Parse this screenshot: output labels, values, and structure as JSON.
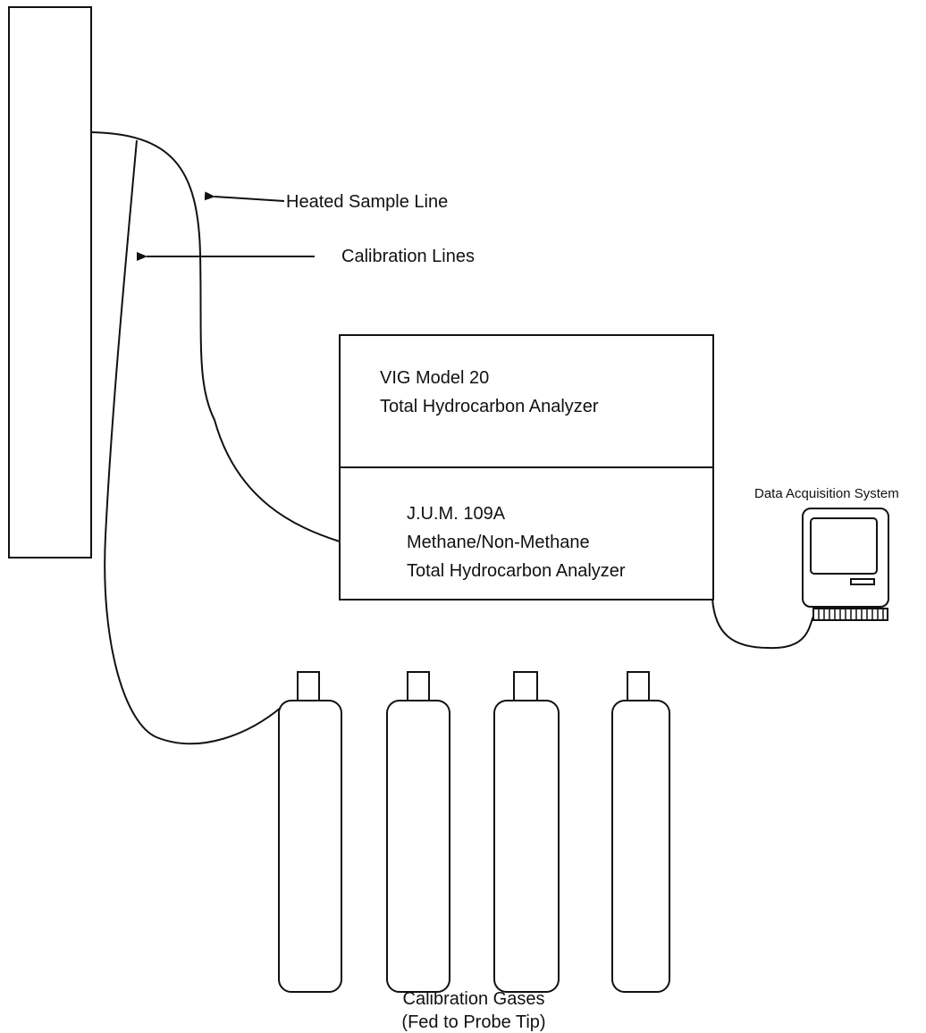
{
  "labels": {
    "heated_sample_line": "Heated Sample Line",
    "calibration_lines": "Calibration Lines",
    "vig_line1": "VIG Model 20",
    "vig_line2": "Total Hydrocarbon Analyzer",
    "jum_line1": "J.U.M. 109A",
    "jum_line2": "Methane/Non-Methane",
    "jum_line3": "Total Hydrocarbon Analyzer",
    "daq": "Data Acquisition System",
    "gases_line1": "Calibration Gases",
    "gases_line2": "(Fed to Probe Tip)"
  },
  "colors": {
    "line": "#111111",
    "background": "#ffffff"
  },
  "cylinder_count": 4
}
